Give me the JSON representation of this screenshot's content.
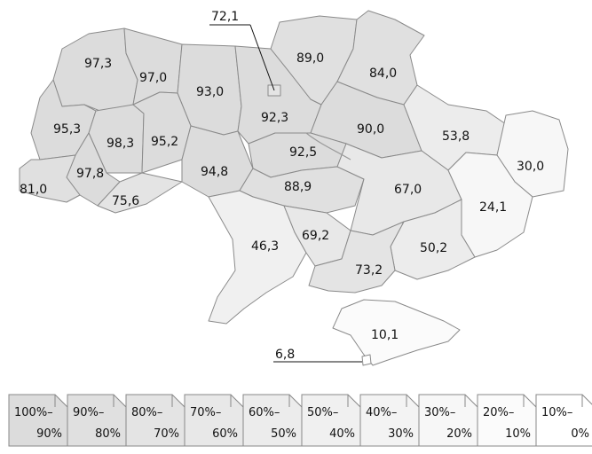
{
  "palette": {
    "100-90": "#dcdcdc",
    "90-80": "#e0e0e0",
    "80-70": "#e4e4e4",
    "70-60": "#e8e8e8",
    "60-50": "#ececec",
    "50-40": "#f0f0f0",
    "40-30": "#f3f3f3",
    "30-20": "#f7f7f7",
    "20-10": "#fbfbfb",
    "10-0": "#ffffff",
    "border": "#8a8a8a"
  },
  "regions": [
    {
      "id": "volyn",
      "value": "97,3",
      "bin": "100-90"
    },
    {
      "id": "rivne",
      "value": "97,0",
      "bin": "100-90"
    },
    {
      "id": "zhytomyr",
      "value": "93,0",
      "bin": "100-90"
    },
    {
      "id": "kyiv-oblast",
      "value": "92,3",
      "bin": "100-90"
    },
    {
      "id": "kyiv-city",
      "value": "72,1",
      "bin": "80-70"
    },
    {
      "id": "chernihiv",
      "value": "89,0",
      "bin": "90-80"
    },
    {
      "id": "sumy",
      "value": "84,0",
      "bin": "90-80"
    },
    {
      "id": "lviv",
      "value": "95,3",
      "bin": "100-90"
    },
    {
      "id": "ternopil",
      "value": "98,3",
      "bin": "100-90"
    },
    {
      "id": "khmelnytskyi",
      "value": "95,2",
      "bin": "100-90"
    },
    {
      "id": "poltava",
      "value": "90,0",
      "bin": "100-90"
    },
    {
      "id": "kharkiv",
      "value": "53,8",
      "bin": "60-50"
    },
    {
      "id": "luhansk",
      "value": "30,0",
      "bin": "30-20"
    },
    {
      "id": "cherkasy",
      "value": "92,5",
      "bin": "100-90"
    },
    {
      "id": "ivano-frankivsk",
      "value": "97,8",
      "bin": "100-90"
    },
    {
      "id": "vinnytsia",
      "value": "94,8",
      "bin": "100-90"
    },
    {
      "id": "zakarpattia",
      "value": "81,0",
      "bin": "90-80"
    },
    {
      "id": "chernivtsi",
      "value": "75,6",
      "bin": "80-70"
    },
    {
      "id": "kirovohrad",
      "value": "88,9",
      "bin": "90-80"
    },
    {
      "id": "dnipropetrovsk",
      "value": "67,0",
      "bin": "70-60"
    },
    {
      "id": "donetsk",
      "value": "24,1",
      "bin": "30-20"
    },
    {
      "id": "odesa",
      "value": "46,3",
      "bin": "50-40"
    },
    {
      "id": "mykolaiv",
      "value": "69,2",
      "bin": "70-60"
    },
    {
      "id": "zaporizhzhia",
      "value": "50,2",
      "bin": "60-50"
    },
    {
      "id": "kherson",
      "value": "73,2",
      "bin": "80-70"
    },
    {
      "id": "crimea",
      "value": "10,1",
      "bin": "20-10"
    },
    {
      "id": "sevastopol",
      "value": "6,8",
      "bin": "10-0"
    }
  ],
  "legend": [
    {
      "top": "100%–",
      "bottom": "90%",
      "bin": "100-90"
    },
    {
      "top": "90%–",
      "bottom": "80%",
      "bin": "90-80"
    },
    {
      "top": "80%–",
      "bottom": "70%",
      "bin": "80-70"
    },
    {
      "top": "70%–",
      "bottom": "60%",
      "bin": "70-60"
    },
    {
      "top": "60%–",
      "bottom": "50%",
      "bin": "60-50"
    },
    {
      "top": "50%–",
      "bottom": "40%",
      "bin": "50-40"
    },
    {
      "top": "40%–",
      "bottom": "30%",
      "bin": "40-30"
    },
    {
      "top": "30%–",
      "bottom": "20%",
      "bin": "30-20"
    },
    {
      "top": "20%–",
      "bottom": "10%",
      "bin": "20-10"
    },
    {
      "top": "10%–",
      "bottom": "0%",
      "bin": "10-0"
    }
  ]
}
